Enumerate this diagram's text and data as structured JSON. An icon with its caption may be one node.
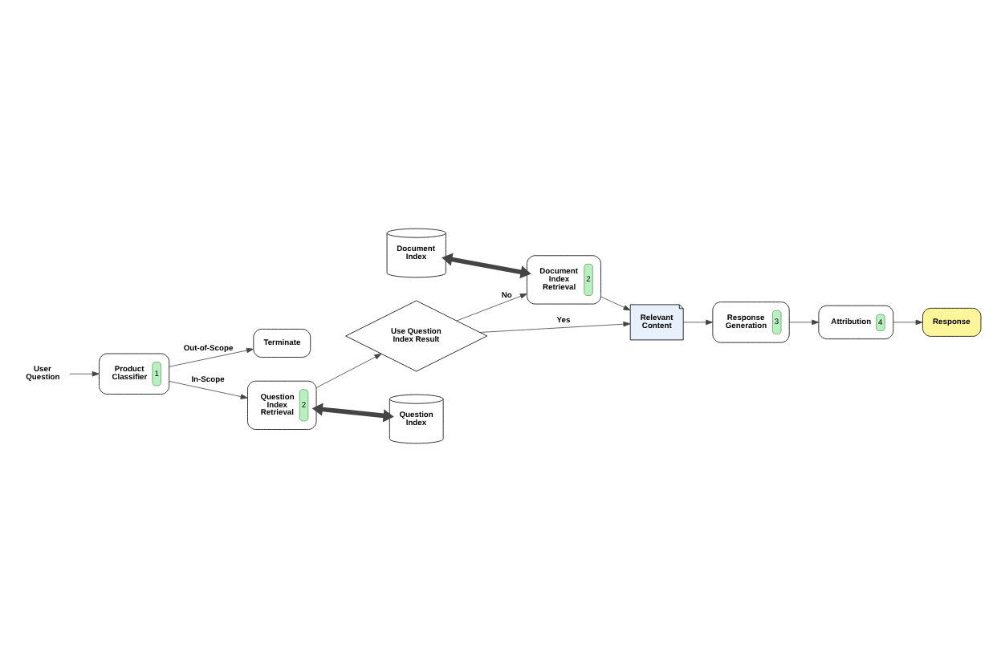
{
  "diagram": {
    "nodes": [
      {
        "text": [
          "Document Index"
        ]
      },
      {
        "text": [
          "Document Index Retrieval",
          "2"
        ]
      },
      {
        "text": [
          "Terminate"
        ]
      },
      {
        "text": [
          "Relevant Content"
        ]
      },
      {
        "text": [
          "Response Generation",
          "3"
        ]
      },
      {
        "text": [
          "User Question"
        ]
      },
      {
        "text": [
          "Product Classifier",
          "1"
        ]
      },
      {
        "text": [
          "Question Index Retrieval",
          "2"
        ]
      },
      {
        "text": [
          "Use Question Index Result"
        ]
      },
      {
        "text": [
          "Attribution",
          "4"
        ]
      },
      {
        "text": [
          "Response"
        ]
      },
      {
        "text": [
          "Question Index"
        ]
      }
    ],
    "edges": [
      {
        "from": 0,
        "to": 1,
        "arrow": "both",
        "style": "thick"
      },
      {
        "from": 1,
        "to": 3,
        "arrow": "to"
      },
      {
        "from": 5,
        "to": 6,
        "arrow": "to"
      },
      {
        "from": 6,
        "to": 2,
        "arrow": "to",
        "label": "Out-of-Scope"
      },
      {
        "from": 6,
        "to": 7,
        "arrow": "to",
        "label": "In-Scope"
      },
      {
        "from": 7,
        "to": 11,
        "arrow": "both",
        "style": "thick"
      },
      {
        "from": 7,
        "to": 8,
        "arrow": "to"
      },
      {
        "from": 8,
        "to": 1,
        "arrow": "to",
        "label": "No"
      },
      {
        "from": 8,
        "to": 3,
        "arrow": "to",
        "label": "Yes"
      },
      {
        "from": 3,
        "to": 4,
        "arrow": "to"
      },
      {
        "from": 4,
        "to": 9,
        "arrow": "to"
      },
      {
        "from": 9,
        "to": 10,
        "arrow": "to"
      }
    ]
  }
}
